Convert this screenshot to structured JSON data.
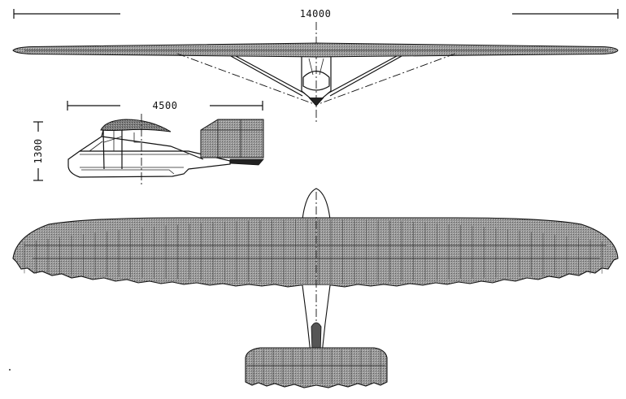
{
  "dimensions": {
    "span": "14000",
    "length": "4500",
    "height": "1300"
  },
  "colors": {
    "ink": "#111111",
    "fabric": "#8f8f8f",
    "background": "#ffffff"
  }
}
